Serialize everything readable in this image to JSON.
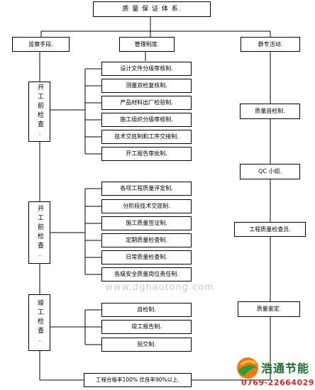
{
  "title": "质 量 保 证 体 系.",
  "headers": {
    "left": "监察手段.",
    "middle": "管理制度.",
    "right": "群专活动."
  },
  "group1": {
    "label": "开工前检查.",
    "items": [
      "设计文件分级审核制.",
      "测量双检复核制.",
      "产品材料出厂检验制.",
      "施工组织分级审核制.",
      "技术交底制和工序交接制.",
      "开工报告审批制."
    ]
  },
  "group2": {
    "label": "开工前检查.",
    "items": [
      "各项工程质量评定制.",
      "分阶段技术交底制.",
      "施工质量签证制.",
      "定期质量检查制.",
      "日常质量检查制.",
      "各级安全质量岗位责任制."
    ]
  },
  "group3": {
    "label": "竣工检查.",
    "items": [
      "自检制.",
      "竣工报告制.",
      "验交制."
    ]
  },
  "right_items": [
    "质量自检制.",
    "QC 小组.",
    "工程质量检查员.",
    "质量鉴定."
  ],
  "bottom": "工程合格率100% 优良率90%以上.",
  "watermark": "www.dghaotong.com",
  "brand": {
    "name": "浩通节能",
    "phone": "0769-22664029"
  }
}
